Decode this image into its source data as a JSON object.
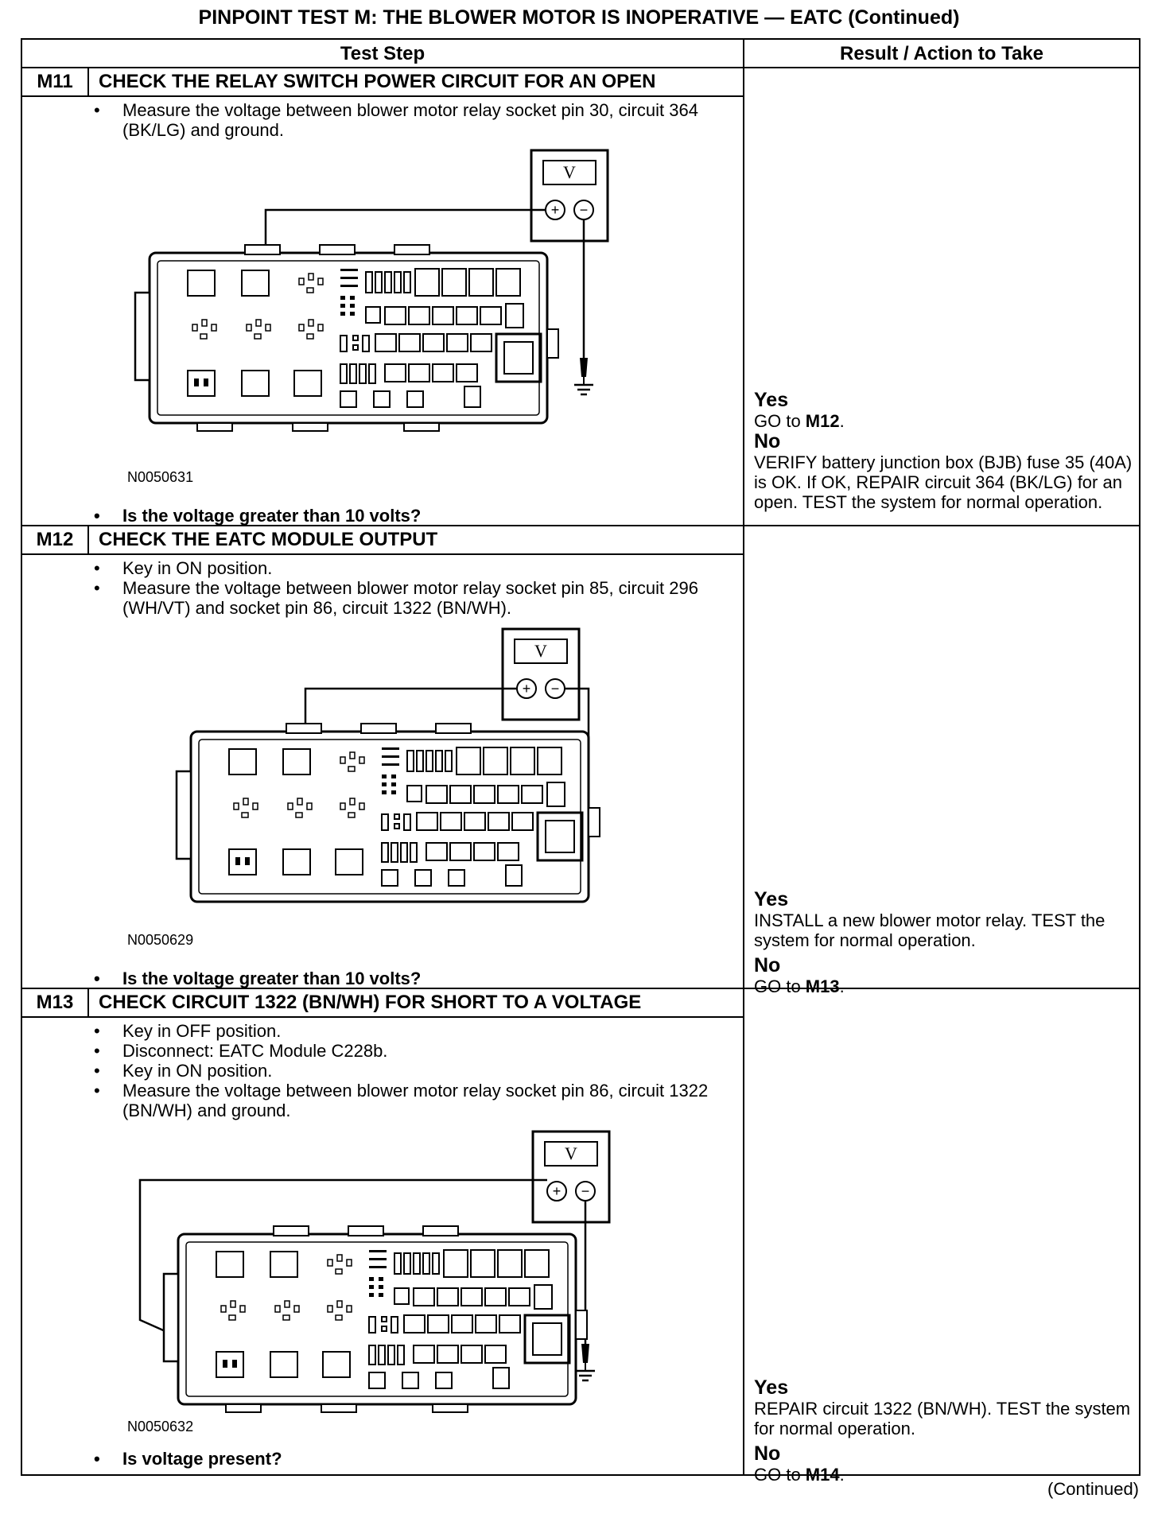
{
  "page": {
    "title": "PINPOINT TEST  M: THE BLOWER MOTOR IS INOPERATIVE — EATC (Continued)",
    "col_test_step": "Test Step",
    "col_result": "Result / Action to Take",
    "footer": "(Continued)"
  },
  "steps": [
    {
      "id": "M11",
      "title": "CHECK THE RELAY SWITCH POWER CIRCUIT FOR AN OPEN",
      "bullets": [
        "Measure the voltage between blower motor relay socket pin 30, circuit 364 (BK/LG) and ground."
      ],
      "figure_id": "N0050631",
      "meter_label": "V",
      "question": "Is the voltage greater than 10 volts?",
      "yes_label": "Yes",
      "yes_pre": "GO to ",
      "yes_bold": "M12",
      "yes_post": ".",
      "no_label": "No",
      "no_pre": "VERIFY battery junction box (BJB) fuse 35 (40A) is OK. If OK, REPAIR circuit 364 (BK/LG) for an open. TEST the system for normal operation.",
      "no_bold": "",
      "no_post": ""
    },
    {
      "id": "M12",
      "title": "CHECK THE EATC MODULE OUTPUT",
      "bullets": [
        "Key in ON position.",
        "Measure the voltage between blower motor relay socket pin 85, circuit 296 (WH/VT) and socket pin 86, circuit 1322 (BN/WH)."
      ],
      "figure_id": "N0050629",
      "meter_label": "V",
      "question": "Is the voltage greater than 10 volts?",
      "yes_label": "Yes",
      "yes_pre": "INSTALL a new blower motor relay. TEST the system for normal operation.",
      "yes_bold": "",
      "yes_post": "",
      "no_label": "No",
      "no_pre": "GO to ",
      "no_bold": "M13",
      "no_post": "."
    },
    {
      "id": "M13",
      "title": "CHECK CIRCUIT 1322 (BN/WH) FOR SHORT TO A VOLTAGE",
      "bullets": [
        "Key in OFF position.",
        "Disconnect: EATC Module C228b.",
        "Key in ON position.",
        "Measure the voltage between blower motor relay socket pin 86, circuit 1322 (BN/WH) and ground."
      ],
      "figure_id": "N0050632",
      "meter_label": "V",
      "question": "Is voltage present?",
      "yes_label": "Yes",
      "yes_pre": "REPAIR circuit 1322 (BN/WH). TEST the system for normal operation.",
      "yes_bold": "",
      "yes_post": "",
      "no_label": "No",
      "no_pre": "GO to ",
      "no_bold": "M14",
      "no_post": "."
    }
  ]
}
